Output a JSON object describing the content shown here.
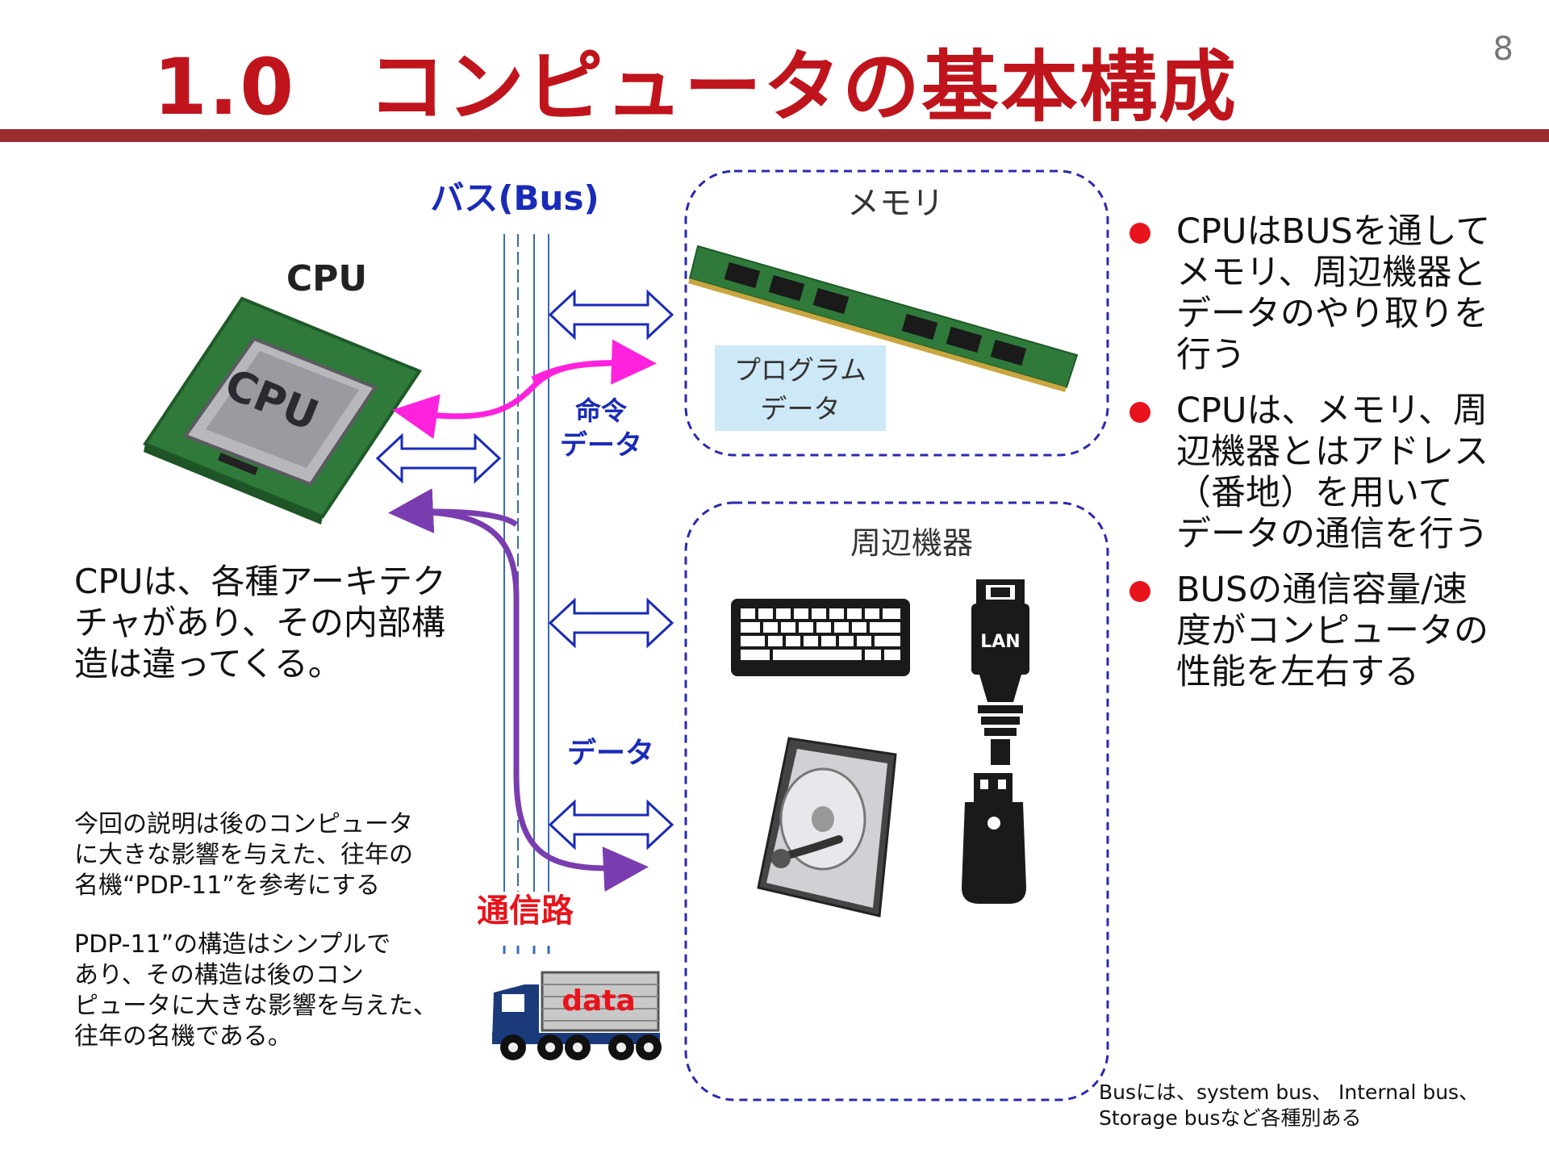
{
  "header": {
    "title_number": "1.0",
    "title_text": "コンピュータの基本構成",
    "page_number": "8"
  },
  "diagram": {
    "bus_label": "バス(Bus)",
    "cpu_heading": "CPU",
    "cpu_chip_text": "CPU",
    "memory_label": "メモリ",
    "memory_box_line1": "プログラム",
    "memory_box_line2": "データ",
    "instruction_label_line1": "命令",
    "instruction_label_line2": "データ",
    "data_label": "データ",
    "peripherals_label": "周辺機器",
    "lan_label": "LAN",
    "channel_label": "通信路",
    "truck_label": "data",
    "colors": {
      "title_red": "#c0141c",
      "rule": "#9b2d2f",
      "bus_blue": "#1a2bb8",
      "magenta": "#ff22dd",
      "purple": "#7a3db0",
      "dashed_box": "#2a2ab0"
    }
  },
  "bullets": [
    "CPUはBUSを通してメモリ、周辺機器とデータのやり取りを行う",
    "CPUは、メモリ、周辺機器とはアドレス（番地）を用いてデータの通信を行う",
    "BUSの通信容量/速度がコンピュータの性能を左右する"
  ],
  "bullet_lines": [
    [
      "CPUはBUSを通して",
      "メモリ、周辺機器と",
      "データのやり取りを",
      "行う"
    ],
    [
      "CPUは、メモリ、周",
      "辺機器とはアドレス",
      "（番地）を用いて",
      "データの通信を行う"
    ],
    [
      "BUSの通信容量/速",
      "度がコンピュータの",
      "性能を左右する"
    ]
  ],
  "left_note_lines": [
    "CPUは、各種アーキテク",
    "チャがあり、その内部構",
    "造は違ってくる。"
  ],
  "pdp_note_lines": [
    "今回の説明は後のコンピュータ",
    "に大きな影響を与えた、往年の",
    "名機“PDP-11”を参考にする"
  ],
  "pdp_note2_lines": [
    "PDP-11”の構造はシンプルで",
    "あり、その構造は後のコン",
    "ピュータに大きな影響を与えた、",
    "往年の名機である。"
  ],
  "bottom_note_lines": [
    "Busには、system bus、 Internal bus、",
    "Storage busなど各種別ある"
  ]
}
